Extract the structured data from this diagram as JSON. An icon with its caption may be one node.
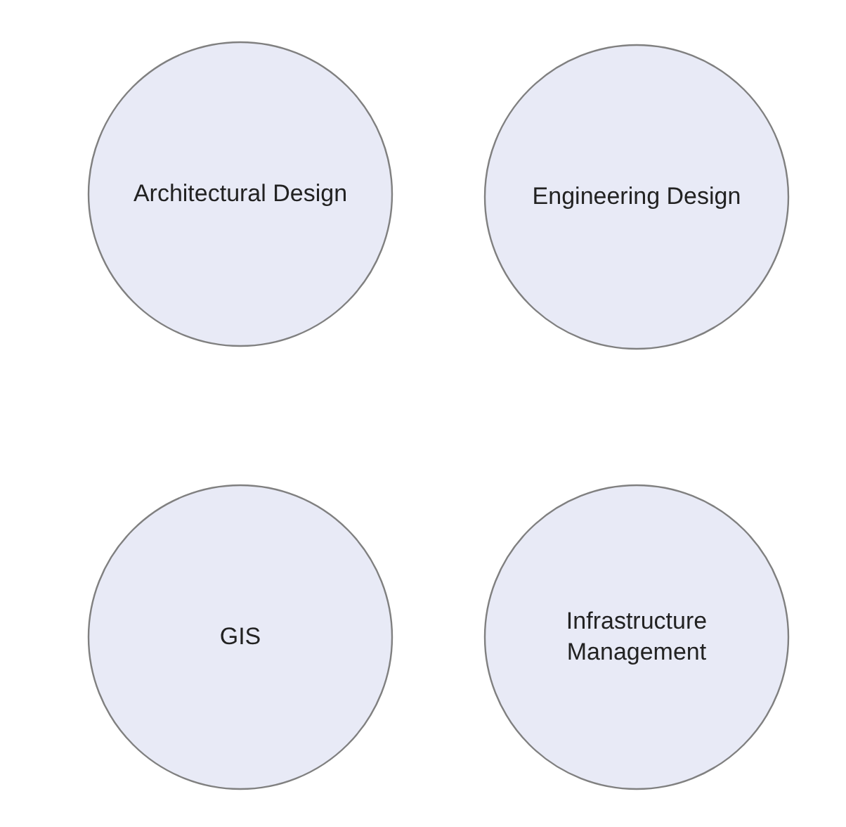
{
  "diagram": {
    "nodes": [
      {
        "text": [
          "Architectural Design"
        ]
      },
      {
        "text": [
          "Engineering Design"
        ]
      },
      {
        "text": [
          "GIS"
        ]
      },
      {
        "text": [
          "Infrastructure Management"
        ]
      }
    ]
  }
}
